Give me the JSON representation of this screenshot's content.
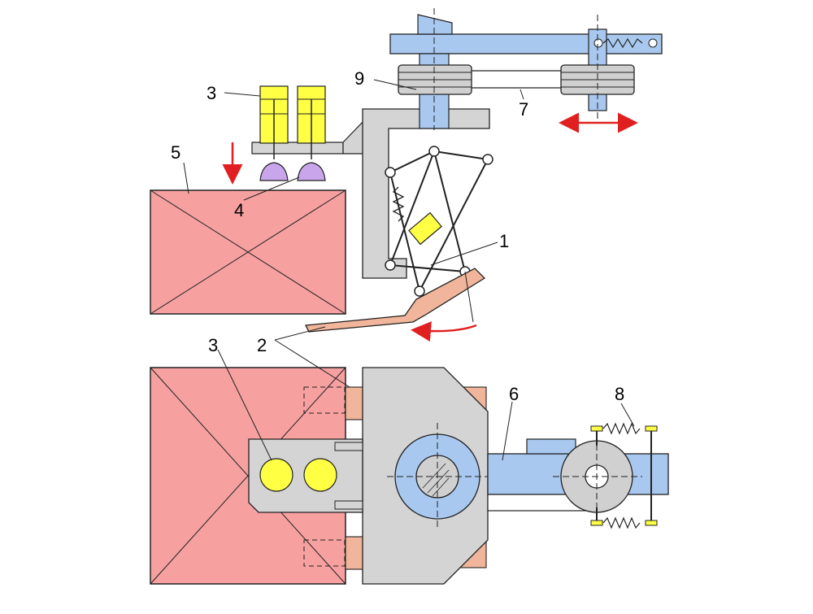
{
  "colors": {
    "box": "#f7a0a0",
    "frame": "#d4d4d4",
    "arm": "#a8c8ef",
    "plate": "#f0b59a",
    "cylinder": "#ffff44",
    "cup": "#c9a6ec",
    "pulley": "#d0d0d0",
    "arrow": "#e02020",
    "outline": "#222222"
  },
  "labels": {
    "l1": "1",
    "l2": "2",
    "l3_top": "3",
    "l3_bottom": "3",
    "l4": "4",
    "l5": "5",
    "l6": "6",
    "l7": "7",
    "l8": "8",
    "l9": "9"
  }
}
